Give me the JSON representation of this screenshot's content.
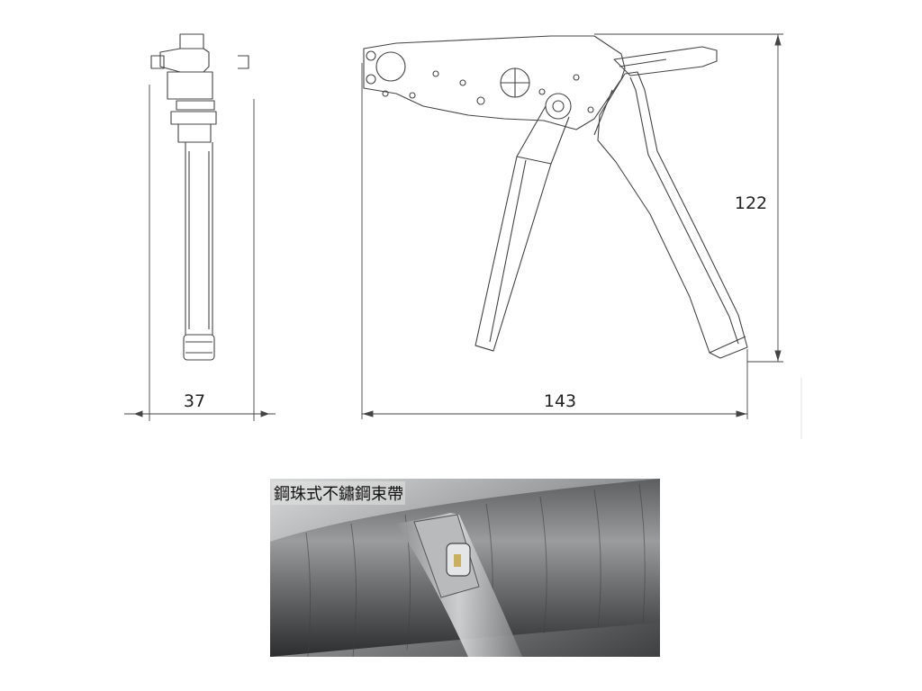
{
  "drawing": {
    "dimensions": {
      "width_side": "37",
      "length": "143",
      "height": "122"
    }
  },
  "photo": {
    "caption": "鋼珠式不鏽鋼束帶"
  }
}
